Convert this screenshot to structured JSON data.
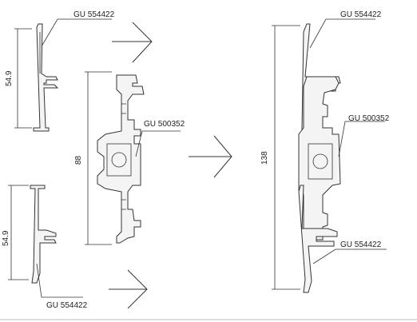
{
  "labels": {
    "top_left": "GU 554422",
    "bottom_left": "GU 554422",
    "middle": "GU 500352",
    "right_top": "GU 554422",
    "right_middle": "GU 500352",
    "right_bottom": "GU 554422"
  },
  "dimensions": {
    "top_left_height": "54.9",
    "bottom_left_height": "54.9",
    "middle_height": "88",
    "assembled_height": "138"
  },
  "colors": {
    "line": "#333333",
    "fill": "#f4f4f4",
    "background": "#ffffff"
  }
}
